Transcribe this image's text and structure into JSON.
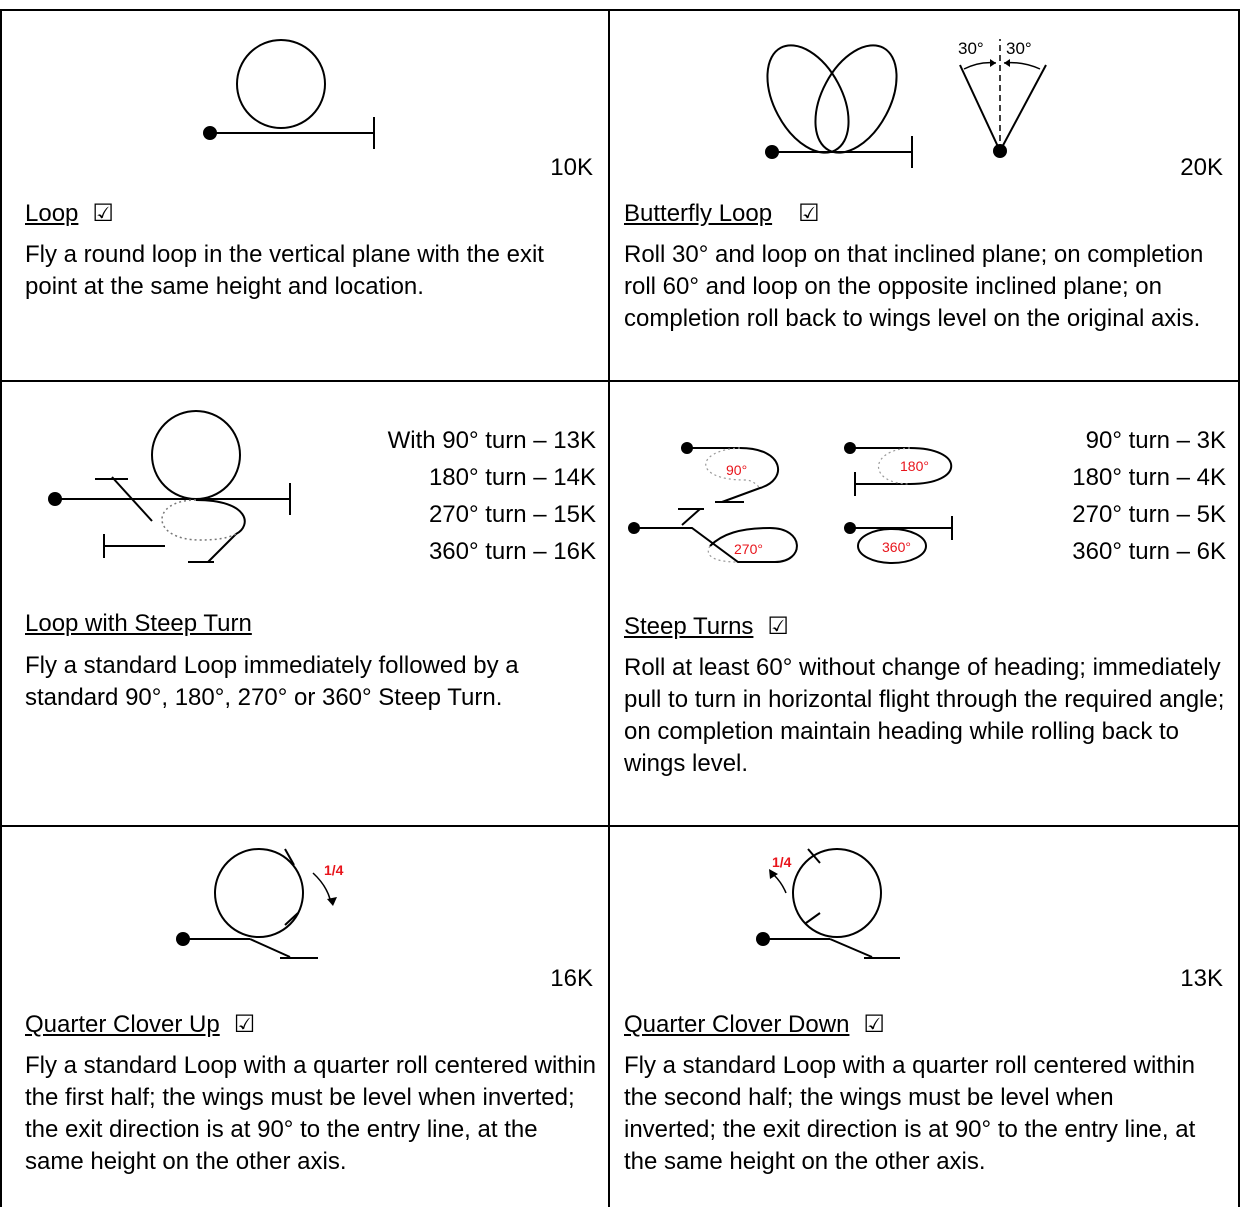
{
  "cells": [
    {
      "title": "Loop",
      "checked": true,
      "check_glyph": "☑",
      "value": "10K",
      "description": "Fly a round loop in the vertical plane with the exit point at the same height and location."
    },
    {
      "title": "Butterfly Loop",
      "checked": true,
      "check_glyph": "☑",
      "value": "20K",
      "angle_left": "30°",
      "angle_right": "30°",
      "description": "Roll 30° and loop on that inclined plane; on completion roll 60° and loop on the opposite inclined plane; on completion roll back to wings level on the original axis."
    },
    {
      "title": "Loop with Steep Turn",
      "checked": false,
      "values": [
        "With 90° turn – 13K",
        "180° turn – 14K",
        "270° turn – 15K",
        "360° turn – 16K"
      ],
      "description": "Fly a standard Loop immediately followed by a standard 90°, 180°, 270° or 360° Steep Turn."
    },
    {
      "title": "Steep Turns",
      "checked": true,
      "check_glyph": "☑",
      "values": [
        "90° turn – 3K",
        "180° turn – 4K",
        "270° turn – 5K",
        "360° turn – 6K"
      ],
      "turn_labels": [
        "90°",
        "180°",
        "270°",
        "360°"
      ],
      "description": "Roll at least 60° without change of heading; immediately pull to turn in horizontal flight through the required angle; on completion maintain heading while rolling back to wings level."
    },
    {
      "title": "Quarter Clover Up",
      "checked": true,
      "check_glyph": "☑",
      "value": "16K",
      "roll_label": "1/4",
      "description": "Fly a standard Loop with a quarter roll centered within the first half; the wings must be level when inverted; the exit direction is at 90° to the entry line, at the same height on the other axis."
    },
    {
      "title": "Quarter Clover Down",
      "checked": true,
      "check_glyph": "☑",
      "value": "13K",
      "roll_label": "1/4",
      "description": "Fly a standard Loop with a quarter roll centered within the second half; the wings must be level when inverted; the exit direction is at 90° to the entry line, at the same height on the other axis."
    }
  ],
  "colors": {
    "annotation_red": "#e8141b",
    "line": "#000000"
  }
}
